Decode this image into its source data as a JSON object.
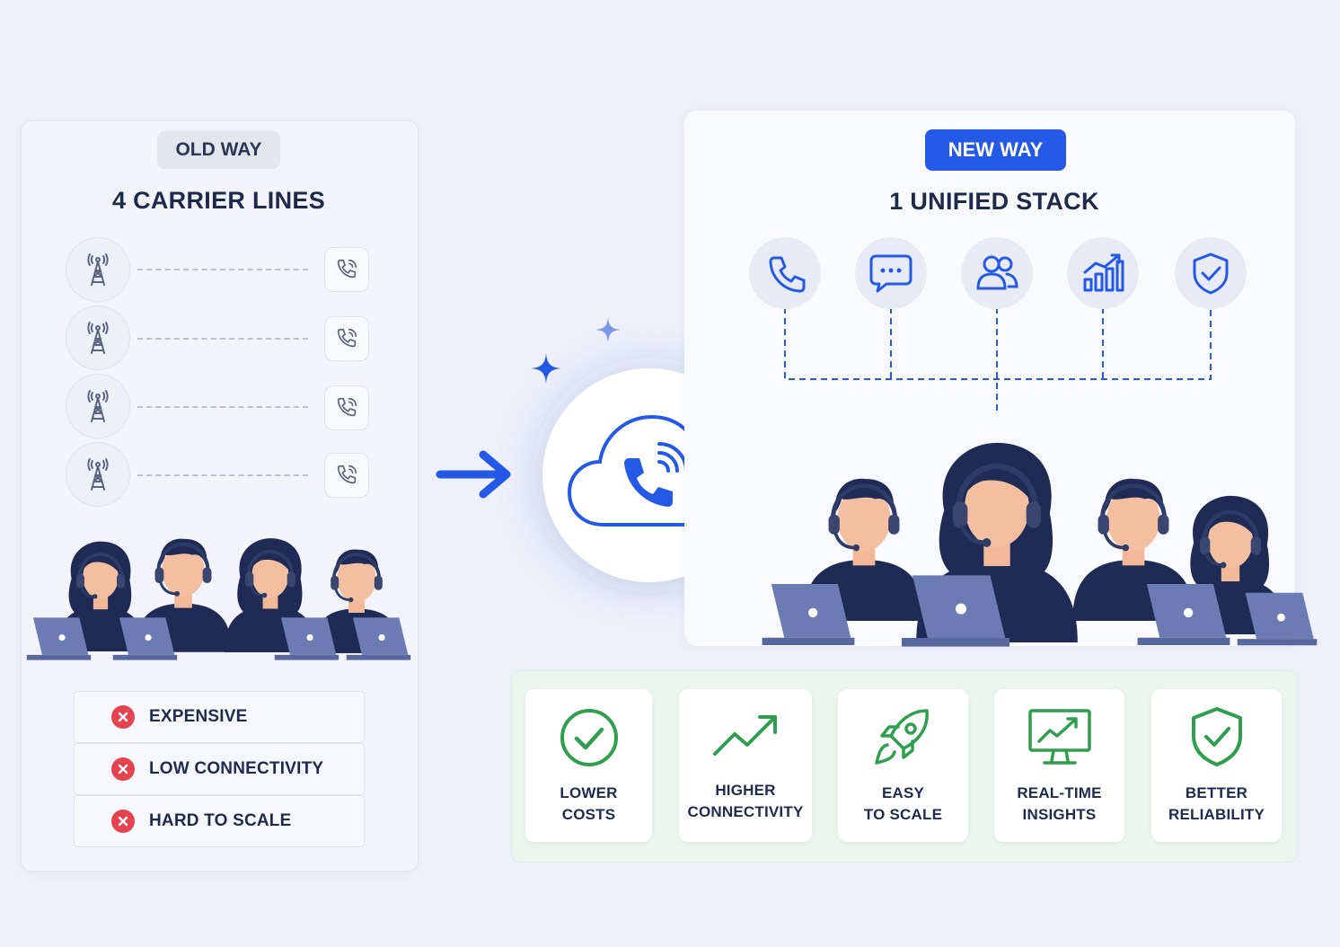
{
  "old_way": {
    "badge": "OLD WAY",
    "title": "4 CARRIER LINES",
    "lines": [
      {
        "left": "cell-tower-icon",
        "right": "phone-ringing-icon"
      },
      {
        "left": "cell-tower-icon",
        "right": "phone-ringing-icon"
      },
      {
        "left": "cell-tower-icon",
        "right": "phone-ringing-icon"
      },
      {
        "left": "cell-tower-icon",
        "right": "phone-ringing-icon"
      }
    ],
    "cons": [
      "EXPENSIVE",
      "LOW CONNECTIVITY",
      "HARD TO SCALE"
    ]
  },
  "new_way": {
    "badge": "NEW WAY",
    "title": "1 UNIFIED STACK",
    "features": [
      "phone-icon",
      "chat-icon",
      "users-icon",
      "analytics-icon",
      "shield-check-icon"
    ]
  },
  "center": {
    "icon": "cloud-phone-icon",
    "arrow": "arrow-right-icon"
  },
  "benefits": [
    {
      "line1": "LOWER",
      "line2": "COSTS",
      "icon": "check-circle-icon"
    },
    {
      "line1": "HIGHER",
      "line2": "CONNECTIVITY",
      "icon": "trend-up-icon"
    },
    {
      "line1": "EASY",
      "line2": "TO SCALE",
      "icon": "rocket-icon"
    },
    {
      "line1": "REAL-TIME",
      "line2": "INSIGHTS",
      "icon": "monitor-chart-icon"
    },
    {
      "line1": "BETTER",
      "line2": "RELIABILITY",
      "icon": "shield-check-icon"
    }
  ],
  "colors": {
    "accent_blue": "#2459e6",
    "navy": "#1f2a4d",
    "error_red": "#e4424e",
    "success_green": "#2f9e4f",
    "background": "#eef0fb"
  }
}
